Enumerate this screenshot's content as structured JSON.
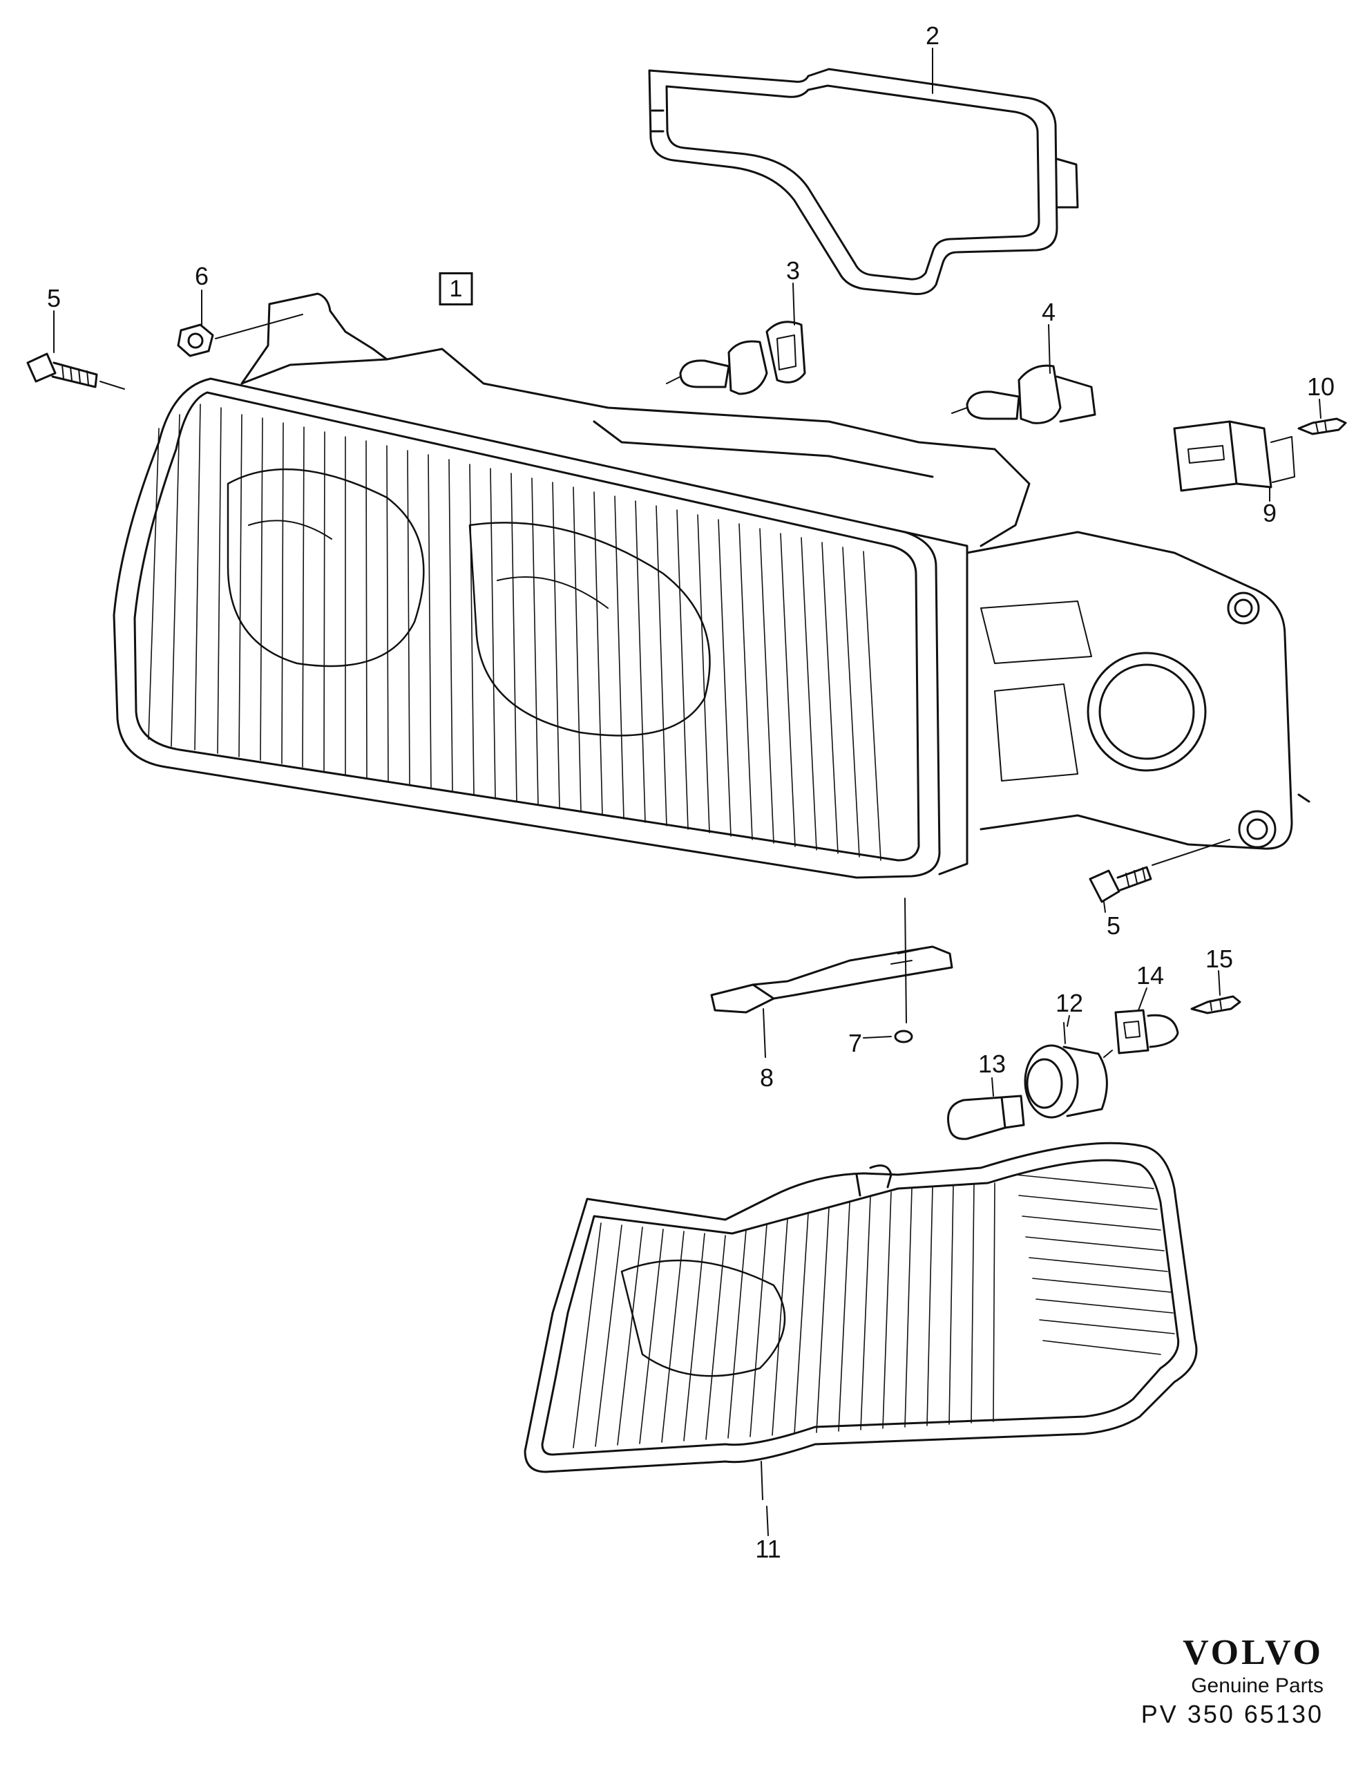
{
  "diagram": {
    "assembly_marker": "1",
    "callouts": [
      "2",
      "3",
      "4",
      "5",
      "6",
      "7",
      "8",
      "9",
      "10",
      "11",
      "12",
      "13",
      "14",
      "15",
      "5"
    ]
  },
  "brand": {
    "logo": "VOLVO",
    "tagline": "Genuine Parts",
    "code": "PV 350 65130"
  },
  "colors": {
    "ink": "#111111",
    "paper": "#ffffff"
  }
}
